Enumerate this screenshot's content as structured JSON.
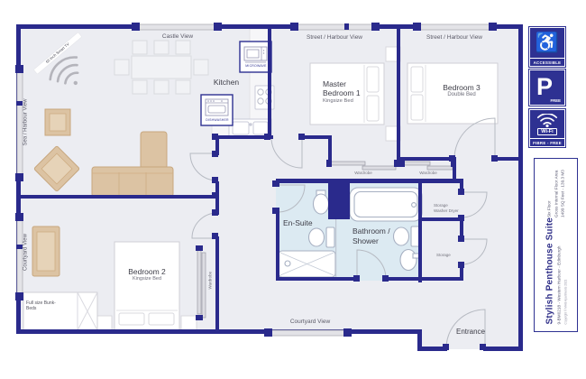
{
  "plan": {
    "windows": {
      "castle": "Castle View",
      "street_harbour_1": "Street / Harbour View",
      "street_harbour_2": "Street / Harbour View",
      "sea_harbour": "Sea / Harbour View",
      "courtyard_left": "Courtyard View",
      "courtyard_bottom": "Courtyard View"
    },
    "rooms": {
      "kitchen": {
        "name": "Kitchen"
      },
      "master_bedroom": {
        "name": "Master Bedroom 1",
        "bed": "Kingsize Bed"
      },
      "bedroom3": {
        "name": "Bedroom 3",
        "bed": "Double Bed"
      },
      "bedroom2": {
        "name": "Bedroom 2",
        "bed": "Kingsize Bed"
      },
      "ensuite": {
        "name": "En-Suite"
      },
      "bathroom": {
        "name": "Bathroom / Shower"
      },
      "entrance": {
        "name": "Entrance"
      }
    },
    "features": {
      "smart_tv": "65 Inch Smart TV",
      "bunk_beds": "Full size Bunk-Beds",
      "wardrobe_master": "Wardrobe",
      "wardrobe_bedroom3": "Wardrobe",
      "wardrobe_bedroom2": "Wardrobe",
      "storage_washer_line1": "Storage",
      "storage_washer_line2": "Washer Dryer",
      "storage": "Storage",
      "microwave": "MICROWAVE",
      "dishwasher": "DISHWASHER"
    }
  },
  "sidebar": {
    "accessible": {
      "icon": "wheelchair-icon",
      "symbol": "♿",
      "label": "ACCESSIBLE"
    },
    "parking": {
      "letter": "P",
      "label": "FREE"
    },
    "wifi": {
      "icon": "wifi-icon",
      "label": "Wi-Fi",
      "sublabel": "FIBRE - FREE"
    },
    "info": {
      "title": "Stylish Penthouse Suite",
      "subtitle": "9-BM0218 - Western Harbour - Edinburgh",
      "copyright": "Copyright © MHB Apartments 2021",
      "floor": "Six Floor",
      "area_heading": "Gross Internal Floor Area",
      "area_value": "1499 SQ Feet - 139.3 M3"
    }
  },
  "colors": {
    "wall_navy": "#2a2a8c",
    "badge_blue": "#2e3192",
    "room_fill": "#ecedf2",
    "bathroom_fill": "#dceaf2",
    "furniture_tan": "#dcc3a3",
    "window_glass": "#e3e3e7"
  }
}
